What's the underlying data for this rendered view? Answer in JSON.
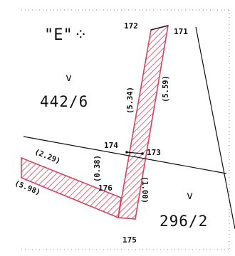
{
  "zone_label": "\"E\"",
  "zone_mark": "⁘",
  "parcels": [
    {
      "number": "442/6",
      "mark": "v"
    },
    {
      "number": "296/2",
      "mark": "v"
    }
  ],
  "points": [
    "172",
    "171",
    "174",
    "173",
    "176",
    "175"
  ],
  "dimensions": [
    "(5.34)",
    "(5.59)",
    "(0.38)",
    "(1.00)",
    "(2.29)",
    "(5.98)"
  ],
  "colors": {
    "hatch": "#e0405a",
    "lines": "#111111",
    "border": "#888888"
  }
}
